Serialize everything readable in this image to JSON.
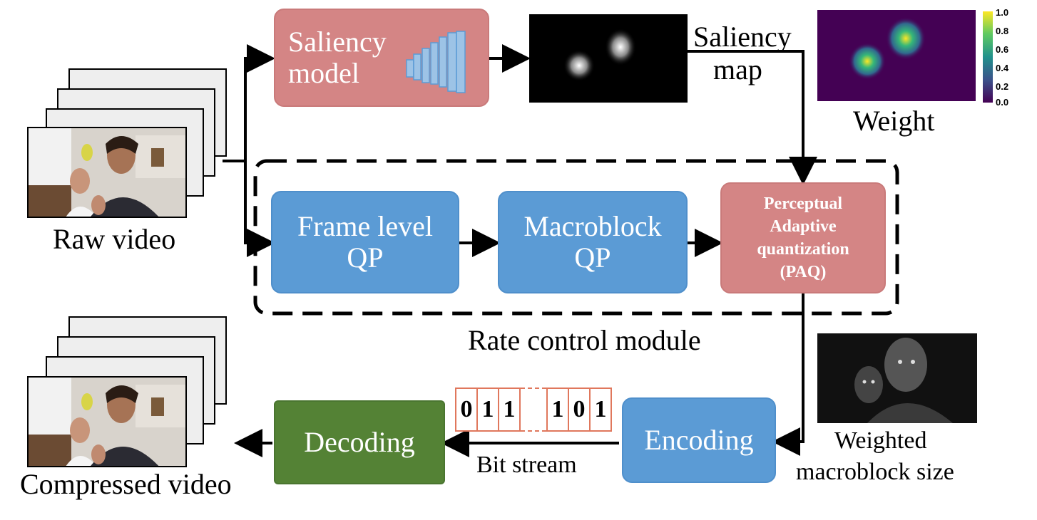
{
  "labels": {
    "saliency_model": [
      "Saliency",
      "model"
    ],
    "saliency_map": [
      "Saliency",
      "map"
    ],
    "weight": "Weight",
    "raw_video": "Raw video",
    "frame_qp": [
      "Frame level",
      "QP"
    ],
    "macroblock_qp": [
      "Macroblock",
      "QP"
    ],
    "paq": [
      "Perceptual",
      "Adaptive",
      "quantization",
      "(PAQ)"
    ],
    "rate_control": "Rate control module",
    "compressed_video": "Compressed video",
    "decoding": "Decoding",
    "encoding": "Encoding",
    "bit_stream": "Bit stream",
    "weighted_mb": [
      "Weighted",
      "macroblock size"
    ]
  },
  "colorbar_ticks": [
    "1.0",
    "0.8",
    "0.6",
    "0.4",
    "0.2",
    "0.0"
  ],
  "bits": [
    "0",
    "1",
    "1",
    "1",
    "0",
    "1"
  ],
  "colors": {
    "blue": "#5b9bd5",
    "pink": "#d48585",
    "green": "#548235",
    "viridis_bg": "#440154"
  }
}
